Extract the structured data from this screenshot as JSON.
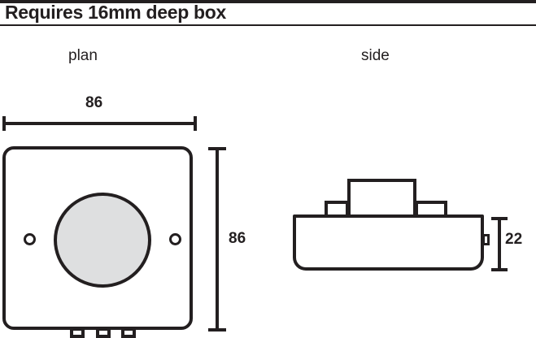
{
  "header": {
    "title": "Requires 16mm deep box"
  },
  "views": {
    "plan": {
      "caption": "plan",
      "width_dimension": "86",
      "height_dimension": "86",
      "knob_fill_color": "#dedfe0",
      "line_color": "#231f20",
      "screw_holes": 2,
      "bottom_tabs": 3
    },
    "side": {
      "caption": "side",
      "depth_dimension": "22",
      "line_color": "#231f20",
      "blocks": 3,
      "side_tab": 1
    }
  },
  "drawing": {
    "background_color": "#ffffff",
    "stroke_color": "#231f20"
  }
}
